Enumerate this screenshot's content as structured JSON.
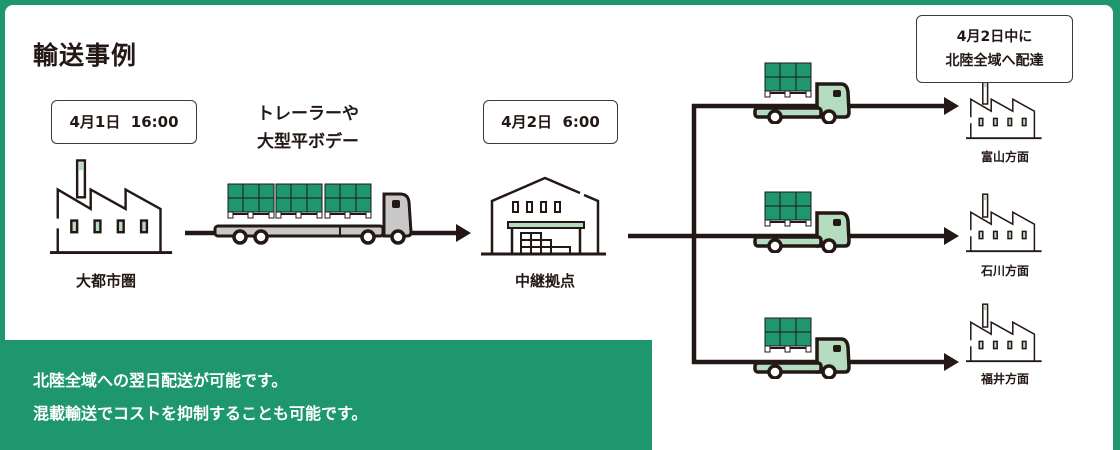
{
  "title": "輸送事例",
  "origin": {
    "time": "4月1日  16:00",
    "label": "大都市圏"
  },
  "vehicle": {
    "line1": "トレーラーや",
    "line2": "大型平ボデー"
  },
  "hub": {
    "time": "4月2日  6:00",
    "label": "中継拠点"
  },
  "callout": {
    "line1": "4月2日中に",
    "line2": "北陸全域へ配達"
  },
  "destinations": [
    {
      "label": "富山方面"
    },
    {
      "label": "石川方面"
    },
    {
      "label": "福井方面"
    }
  ],
  "note": {
    "line1": "北陸全域への翌日配送が可能です。",
    "line2": "混載輸送でコストを抑制することも可能です。"
  },
  "colors": {
    "brand_green": "#1e966e",
    "light_green": "#b5dcbf",
    "ink": "#231815",
    "truck_gray": "#c8c8c8"
  }
}
